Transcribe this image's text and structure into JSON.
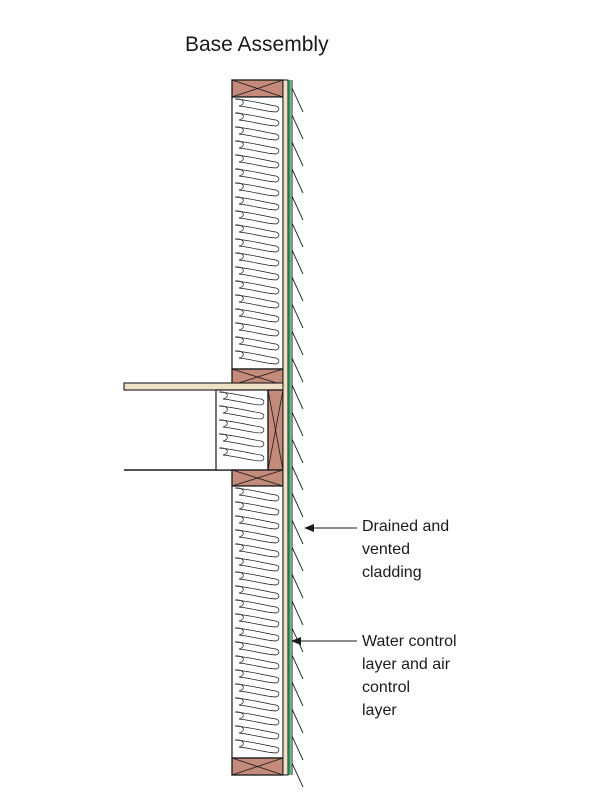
{
  "diagram": {
    "title": "Base Assembly",
    "callouts": {
      "cladding": "Drained and\nvented\ncladding",
      "water_air_layer": "Water control\nlayer and air\ncontrol\nlayer"
    },
    "colors": {
      "framing_wood": "#c48a7a",
      "sheathing": "#efe0c8",
      "water_control_layer": "#2e9a63",
      "insulation": "#ffffff",
      "outline": "#1a1a1a"
    }
  }
}
